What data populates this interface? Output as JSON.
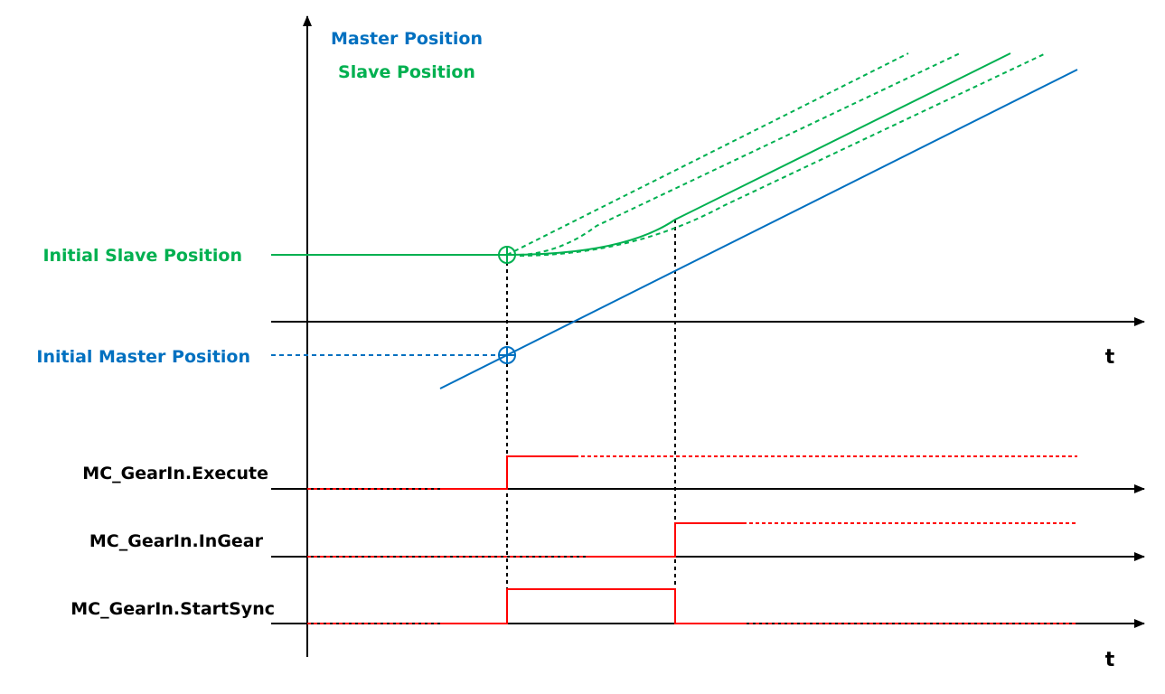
{
  "legend": {
    "master": "Master Position",
    "slave": "Slave Position"
  },
  "labels": {
    "initial_slave": "Initial Slave Position",
    "initial_master": "Initial Master Position",
    "time_axis_top": "t",
    "time_axis_bottom": "t"
  },
  "signals": [
    {
      "name": "MC_GearIn.Execute"
    },
    {
      "name": "MC_GearIn.InGear"
    },
    {
      "name": "MC_GearIn.StartSync"
    }
  ],
  "colors": {
    "master": "#0070c0",
    "slave": "#00b050",
    "signal": "#ff0000",
    "axis": "#000000"
  }
}
